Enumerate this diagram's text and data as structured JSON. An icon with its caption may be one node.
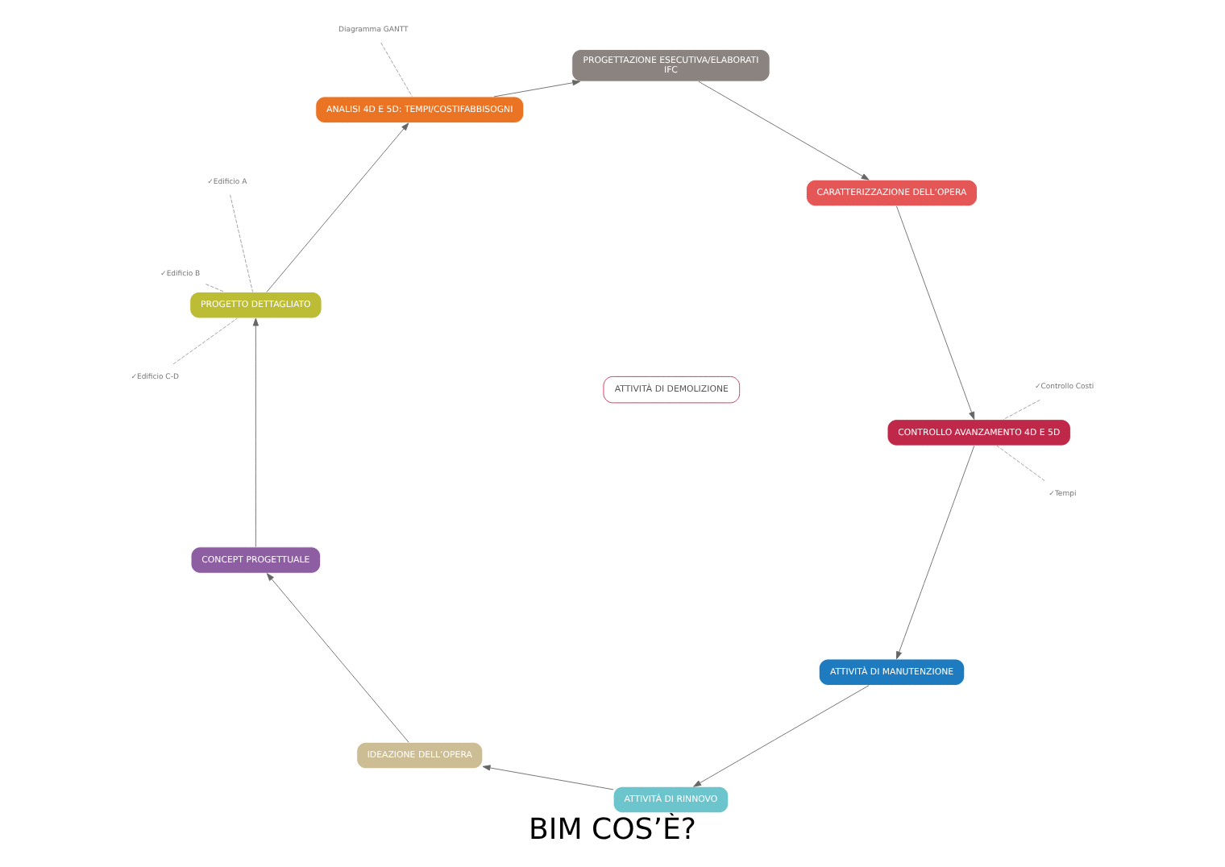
{
  "diagram": {
    "title": "BIM COS’È?",
    "nodes": [
      {
        "text": [
          "IDEAZIONE DELL’OPERA"
        ]
      },
      {
        "text": [
          "CONCEPT PROGETTUALE"
        ]
      },
      {
        "text": [
          "PROGETTO DETTAGLIATO"
        ]
      },
      {
        "text": [
          "✓Edificio A"
        ]
      },
      {
        "text": [
          "✓Edificio B"
        ]
      },
      {
        "text": [
          "✓Edificio C-D"
        ]
      },
      {
        "text": [
          "ANALISI 4D E 5D: TEMPI/COSTIFABBISOGNI"
        ]
      },
      {
        "text": [
          "Diagramma GANTT"
        ]
      },
      {
        "text": [
          "PROGETTAZIONE ESECUTIVA/ELABORATI",
          "IFC"
        ]
      },
      {
        "text": [
          "CARATTERIZZAZIONE DELL’OPERA"
        ]
      },
      {
        "text": [
          "CONTROLLO AVANZAMENTO 4D E 5D"
        ]
      },
      {
        "text": [
          "✓Tempi"
        ]
      },
      {
        "text": [
          "✓Controllo Costi"
        ]
      },
      {
        "text": [
          "ATTIVITÀ DI MANUTENZIONE"
        ]
      },
      {
        "text": [
          "ATTIVITÀ DI RINNOVO"
        ]
      },
      {
        "text": [
          "ATTIVITÀ DI DEMOLIZIONE"
        ]
      }
    ],
    "edges": [
      {
        "from": 0,
        "to": 1,
        "arrow": "to"
      },
      {
        "from": 1,
        "to": 2,
        "arrow": "to"
      },
      {
        "from": 2,
        "to": 6,
        "arrow": "to"
      },
      {
        "from": 6,
        "to": 8,
        "arrow": "to"
      },
      {
        "from": 8,
        "to": 9,
        "arrow": "to"
      },
      {
        "from": 9,
        "to": 10,
        "arrow": "to"
      },
      {
        "from": 10,
        "to": 13,
        "arrow": "to"
      },
      {
        "from": 13,
        "to": 14,
        "arrow": "to"
      },
      {
        "from": 14,
        "to": 0,
        "arrow": "to"
      },
      {
        "from": 3,
        "to": 2,
        "arrow": "none",
        "style": "dashed",
        "color": "#999999"
      },
      {
        "from": 4,
        "to": 2,
        "arrow": "none",
        "style": "dashed",
        "color": "#999999"
      },
      {
        "from": 5,
        "to": 2,
        "arrow": "none",
        "style": "dashed",
        "color": "#999999"
      },
      {
        "from": 7,
        "to": 6,
        "arrow": "none",
        "style": "dashed",
        "color": "#999999"
      },
      {
        "from": 11,
        "to": 10,
        "arrow": "none",
        "style": "dashed",
        "color": "#999999"
      },
      {
        "from": 12,
        "to": 10,
        "arrow": "none",
        "style": "dashed",
        "color": "#999999"
      }
    ]
  }
}
